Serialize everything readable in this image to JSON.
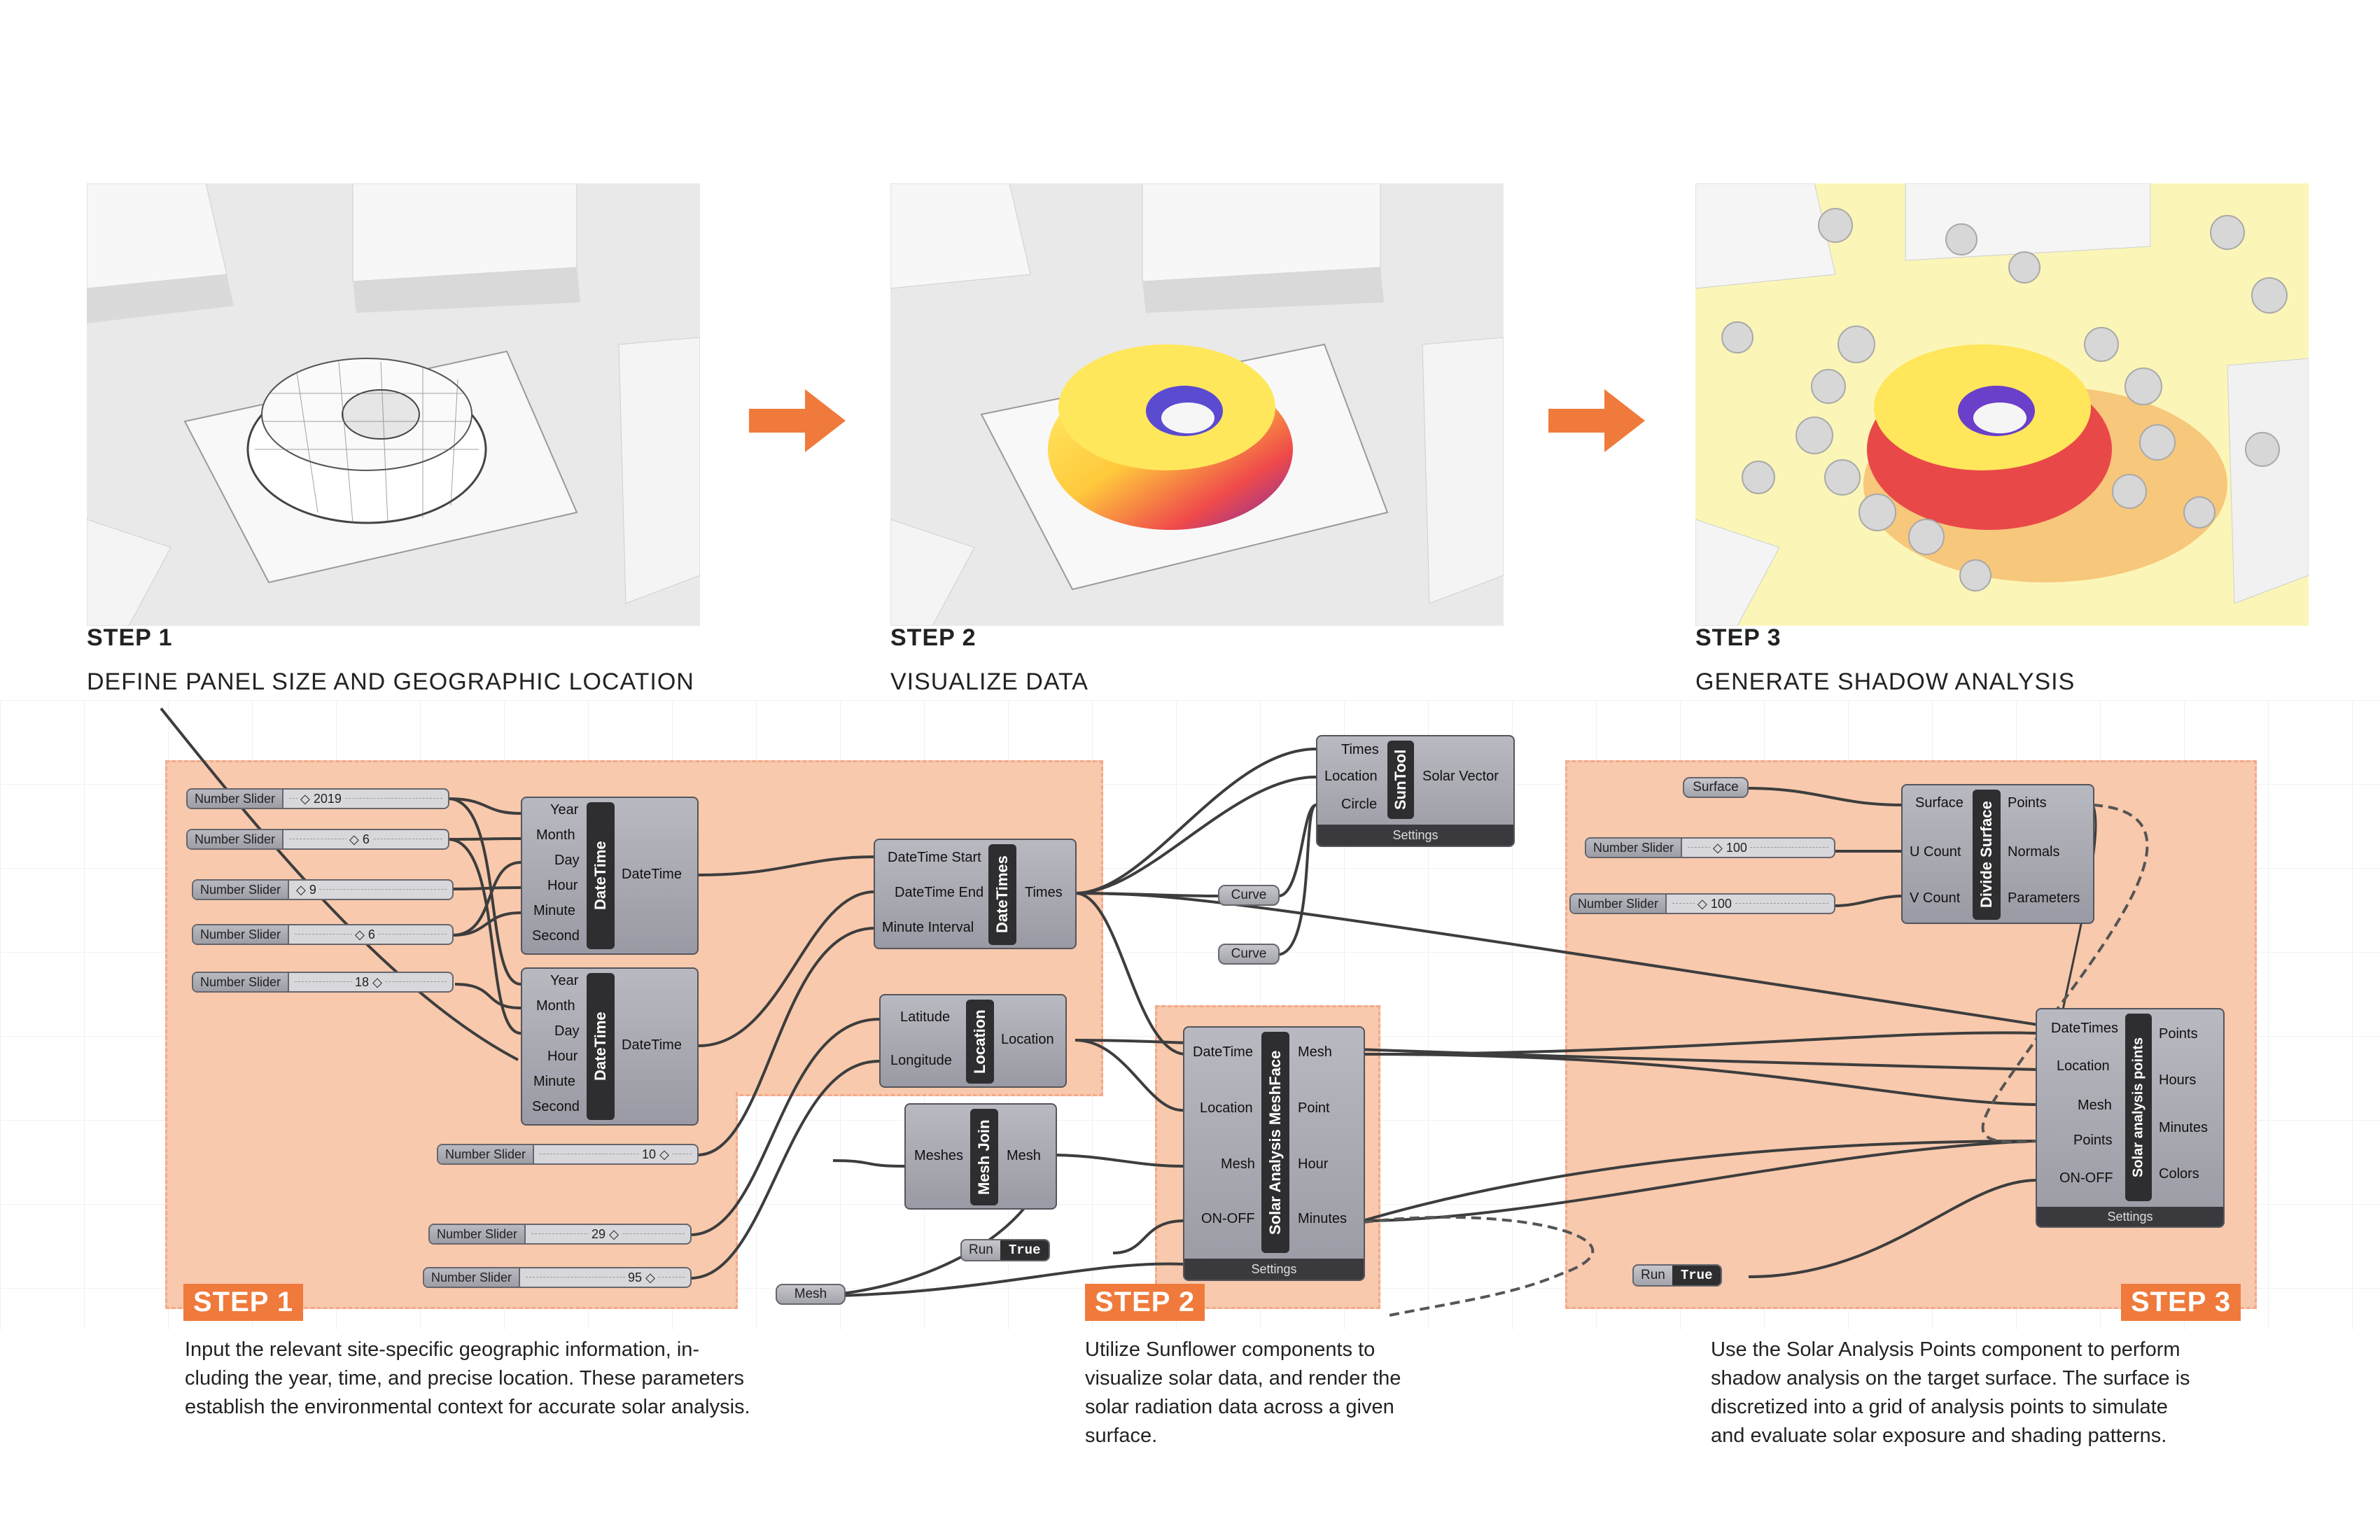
{
  "steps": [
    {
      "title": "STEP 1",
      "subtitle": "DEFINE PANEL SIZE AND GEOGRAPHIC LOCATION"
    },
    {
      "title": "STEP 2",
      "subtitle": "VISUALIZE DATA"
    },
    {
      "title": "STEP 3",
      "subtitle": "GENERATE SHADOW ANALYSIS"
    }
  ],
  "badges": [
    "STEP 1",
    "STEP 2",
    "STEP 3"
  ],
  "descriptions": [
    [
      "Input the relevant site-specific geographic information, in-",
      "cluding the year, time, and precise location. These parameters",
      "establish the environmental context for accurate solar analysis."
    ],
    [
      "Utilize Sunflower components to",
      "visualize solar data, and render the",
      "solar radiation data across a given",
      "surface."
    ],
    [
      "Use the Solar Analysis Points component to perform",
      "shadow analysis on the target surface. The surface is",
      "discretized into a grid of analysis points to simulate",
      "and evaluate solar exposure and shading patterns."
    ]
  ],
  "sliders": {
    "label": "Number Slider",
    "year": "◇ 2019",
    "month": "◇ 6",
    "day": "◇ 9",
    "hour": "◇ 6",
    "second": "18 ◇",
    "interval": "10 ◇",
    "lat": "29 ◇",
    "lon": "95 ◇",
    "ucount": "◇ 100",
    "vcount": "◇ 100"
  },
  "datetime": {
    "name": "DateTime",
    "inputs": [
      "Year",
      "Month",
      "Day",
      "Hour",
      "Minute",
      "Second"
    ],
    "output": "DateTime"
  },
  "datetimes": {
    "name": "DateTimes",
    "inputs": [
      "DateTime Start",
      "DateTime End",
      "Minute Interval"
    ],
    "output": "Times"
  },
  "location": {
    "name": "Location",
    "inputs": [
      "Latitude",
      "Longitude"
    ],
    "output": "Location"
  },
  "meshjoin": {
    "name": "Mesh Join",
    "input": "Meshes",
    "output": "Mesh"
  },
  "suntool": {
    "name": "SunTool",
    "inputs": [
      "Times",
      "Location",
      "Circle"
    ],
    "output": "Solar Vector",
    "settings": "Settings"
  },
  "meshface": {
    "name": "Solar Analysis MeshFace",
    "inputs": [
      "DateTime",
      "Location",
      "Mesh",
      "ON-OFF"
    ],
    "outputs": [
      "Mesh",
      "Point",
      "Hour",
      "Minutes"
    ],
    "settings": "Settings"
  },
  "divide": {
    "name": "Divide Surface",
    "inputs": [
      "Surface",
      "U Count",
      "V Count"
    ],
    "outputs": [
      "Points",
      "Normals",
      "Parameters"
    ]
  },
  "sap": {
    "name": "Solar analysis points",
    "inputs": [
      "DateTimes",
      "Location",
      "Mesh",
      "Points",
      "ON-OFF"
    ],
    "outputs": [
      "Points",
      "Hours",
      "Minutes",
      "Colors"
    ],
    "settings": "Settings"
  },
  "params": {
    "curve1": "Curve",
    "curve2": "Curve",
    "surface": "Surface",
    "mesh": "Mesh"
  },
  "toggles": {
    "label": "Run",
    "value": "True"
  },
  "colors": {
    "accent": "#ef7a3b",
    "zone_fill": "#f8c9ad",
    "zone_border": "#f2a98a",
    "component": "#a9a9b1",
    "core": "#2e2e30"
  }
}
